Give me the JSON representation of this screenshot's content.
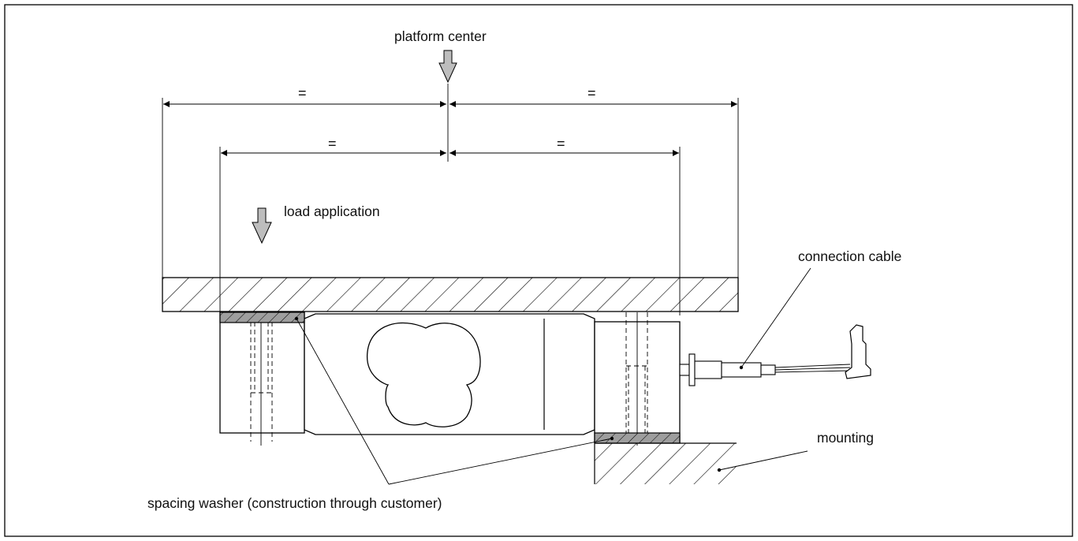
{
  "labels": {
    "platform_center": "platform center",
    "load_application": "load application",
    "connection_cable": "connection cable",
    "mounting": "mounting",
    "spacing_washer": "spacing washer (construction through customer)"
  },
  "dimension_marks": {
    "upper_left": "=",
    "upper_right": "=",
    "lower_left": "=",
    "lower_right": "="
  },
  "colors": {
    "line": "#000000",
    "arrow_fill": "#bdbdbd",
    "washer_fill": "#9e9e9e",
    "background": "#ffffff"
  }
}
